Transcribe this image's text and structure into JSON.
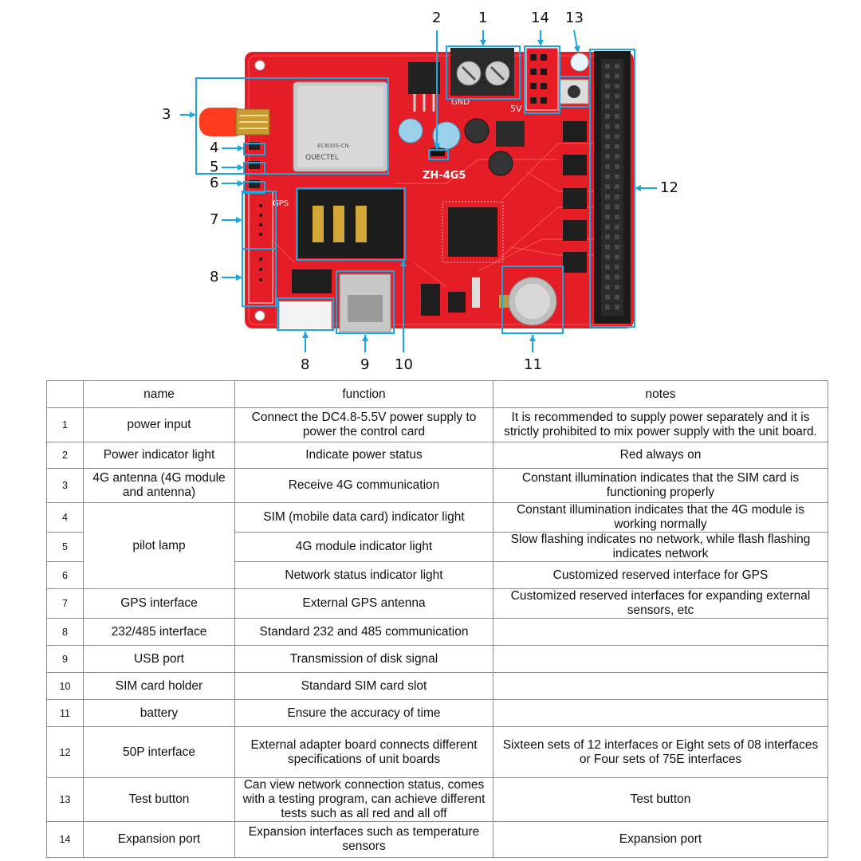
{
  "figure": {
    "board_label": "ZH-4G5",
    "module_brand": "QUECTEL",
    "module_model": "EC600S-CN",
    "gnd_label": "GND",
    "v5_label": "5V",
    "gps_label": "GPS",
    "colors": {
      "board": "#e51d26",
      "callout": "#1aa6e0",
      "module": "#c9c9c9",
      "chip": "#222222"
    },
    "callouts": [
      "1",
      "2",
      "3",
      "4",
      "5",
      "6",
      "7",
      "8",
      "8",
      "9",
      "10",
      "11",
      "12",
      "13",
      "14"
    ]
  },
  "table": {
    "headers": {
      "index": "",
      "name": "name",
      "function": "function",
      "notes": "notes"
    },
    "rows": [
      {
        "index": "1",
        "name": "power input",
        "function": "Connect the DC4.8-5.5V power supply to power the control card",
        "notes": "It is recommended to supply power separately and it is strictly prohibited to mix power supply with the unit board."
      },
      {
        "index": "2",
        "name": "Power indicator light",
        "function": "Indicate power status",
        "notes": "Red always on"
      },
      {
        "index": "3",
        "name": "4G antenna (4G module and antenna)",
        "function": "Receive 4G communication",
        "notes": "Constant illumination indicates that the SIM card is functioning properly"
      },
      {
        "index": "4",
        "name": "pilot lamp",
        "function": "SIM (mobile data card) indicator light",
        "notes": "Constant illumination indicates that the 4G module is working normally"
      },
      {
        "index": "5",
        "name": "",
        "function": "4G module indicator light",
        "notes": "Slow flashing indicates no network, while flash flashing indicates network"
      },
      {
        "index": "6",
        "name": "",
        "function": "Network status indicator light",
        "notes": "Customized reserved interface for GPS"
      },
      {
        "index": "7",
        "name": "GPS interface",
        "function": "External GPS antenna",
        "notes": "Customized reserved interfaces for expanding external sensors, etc"
      },
      {
        "index": "8",
        "name": "232/485 interface",
        "function": "Standard 232 and 485 communication",
        "notes": ""
      },
      {
        "index": "9",
        "name": "USB port",
        "function": "Transmission of disk signal",
        "notes": ""
      },
      {
        "index": "10",
        "name": "SIM card holder",
        "function": "Standard SIM card slot",
        "notes": ""
      },
      {
        "index": "11",
        "name": "battery",
        "function": "Ensure the accuracy of time",
        "notes": ""
      },
      {
        "index": "12",
        "name": "50P interface",
        "function": "External adapter board connects different specifications of unit boards",
        "notes": "Sixteen sets of 12 interfaces or Eight sets of 08 interfaces or Four sets of 75E interfaces"
      },
      {
        "index": "13",
        "name": "Test button",
        "function": "Can view network connection status, comes with a testing program, can achieve different tests such as all red and all off",
        "notes": "Test button"
      },
      {
        "index": "14",
        "name": "Expansion port",
        "function": "Expansion interfaces such as temperature sensors",
        "notes": "Expansion port"
      }
    ]
  }
}
